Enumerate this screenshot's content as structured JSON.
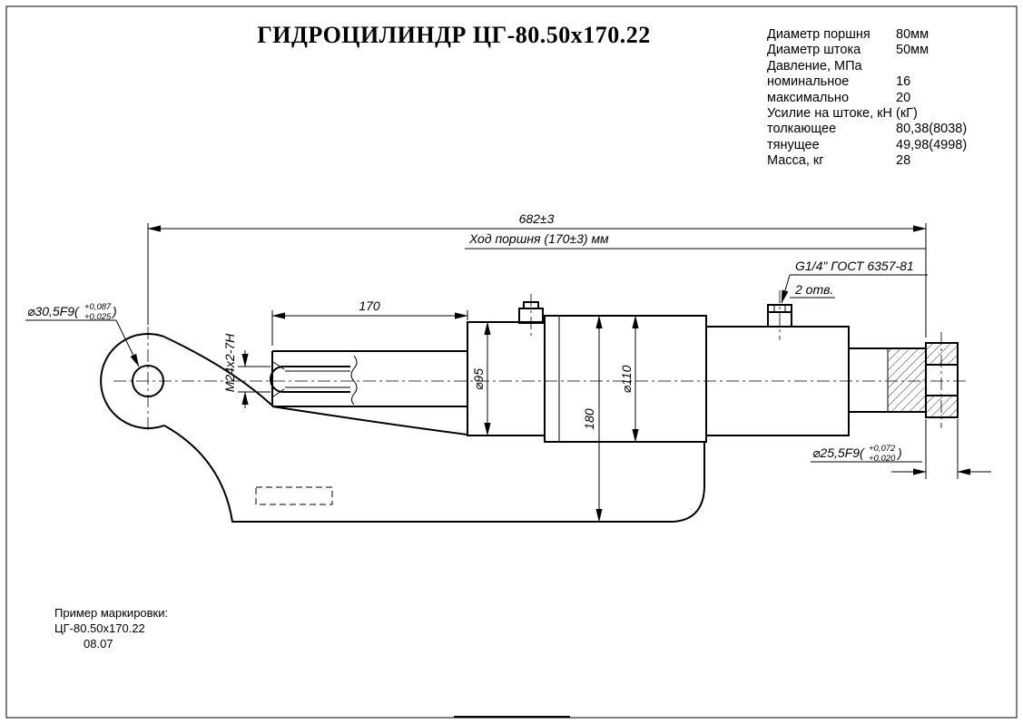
{
  "title": "ГИДРОЦИЛИНДР ЦГ-80.50х170.22",
  "specs": {
    "rows": [
      {
        "label": "Диаметр поршня",
        "value": "80мм"
      },
      {
        "label": "Диаметр штока",
        "value": "50мм"
      },
      {
        "label": "Давление, МПа",
        "value": ""
      },
      {
        "label": "номинальное",
        "value": "16"
      },
      {
        "label": "максимально",
        "value": "20"
      },
      {
        "label": "Усилие на штоке, кН (кГ)",
        "value": ""
      },
      {
        "label": "толкающее",
        "value": "80,38(8038)"
      },
      {
        "label": "тянущее",
        "value": "49,98(4998)"
      },
      {
        "label": "Масса, кг",
        "value": "28"
      }
    ]
  },
  "drawing": {
    "dim_overall": "682±3",
    "dim_stroke_note": "Ход поршня (170±3) мм",
    "dim_rod": "170",
    "thread_label": "M24x2-7H",
    "dia_gland": "⌀95",
    "dia_tube": "⌀110",
    "dim_height": "180",
    "port_label": "G1/4\" ГОСТ 6357-81",
    "port_count": "2 отв.",
    "front_eye": {
      "prefix": "⌀30,5F9(",
      "upper": "+0,087",
      "lower": "+0,025",
      "suffix": ")"
    },
    "rear_eye": {
      "prefix": "⌀25,5F9(",
      "upper": "+0,072",
      "lower": "+0,020",
      "suffix": ")"
    }
  },
  "marking": {
    "line1": "Пример маркировки:",
    "line2": "ЦГ-80.50х170.22",
    "line3": "08.07"
  }
}
